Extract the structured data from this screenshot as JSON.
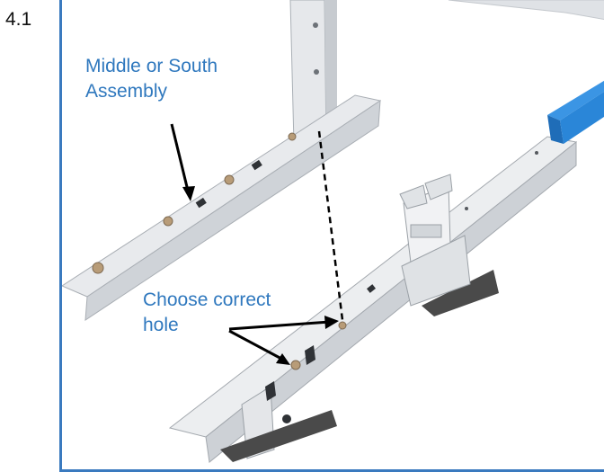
{
  "step": {
    "number": "4.1"
  },
  "callouts": {
    "assembly": {
      "line1": "Middle or South",
      "line2": "Assembly"
    },
    "hole": {
      "line1": "Choose correct",
      "line2": "hole"
    }
  },
  "colors": {
    "frame_border": "#3a7abf",
    "callout_text": "#2f78be",
    "rail": "#e3e5e8",
    "rail_shadow": "#b8bcc2",
    "clamp_blue": "#2a86d8",
    "foot_pad": "#4a4a4a"
  },
  "icons": {
    "arrow": "black-arrow",
    "guide": "dashed-guide-line"
  }
}
